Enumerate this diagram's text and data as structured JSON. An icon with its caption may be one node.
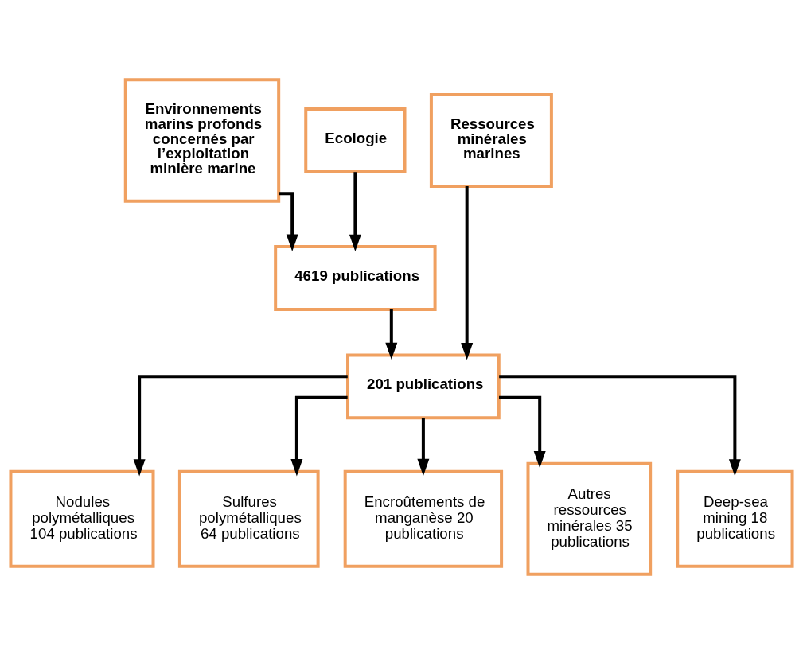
{
  "diagram": {
    "nodes": [
      {
        "text": [
          "Environnements marins profonds concernés par l’exploitation minière marine"
        ]
      },
      {
        "text": [
          "Ecologie"
        ]
      },
      {
        "text": [
          "Ressources minérales marines"
        ]
      },
      {
        "text": [
          "4619 publications"
        ]
      },
      {
        "text": [
          "201 publications"
        ]
      },
      {
        "text": [
          "Nodules polymétalliques 104 publications"
        ]
      },
      {
        "text": [
          "Sulfures polymétalliques 64 publications"
        ]
      },
      {
        "text": [
          "Encroûtements de manganèse 20 publications"
        ]
      },
      {
        "text": [
          "Autres ressources minérales 35 publications"
        ]
      },
      {
        "text": [
          "Deep-sea mining 18 publications"
        ]
      }
    ],
    "edges": [
      {
        "from": 0,
        "to": 3,
        "arrow": "to"
      },
      {
        "from": 1,
        "to": 3,
        "arrow": "to"
      },
      {
        "from": 3,
        "to": 4,
        "arrow": "to"
      },
      {
        "from": 2,
        "to": 4,
        "arrow": "to"
      },
      {
        "from": 4,
        "to": 5,
        "arrow": "to"
      },
      {
        "from": 4,
        "to": 6,
        "arrow": "to"
      },
      {
        "from": 4,
        "to": 7,
        "arrow": "to"
      },
      {
        "from": 4,
        "to": 8,
        "arrow": "to"
      },
      {
        "from": 4,
        "to": 9,
        "arrow": "to"
      }
    ]
  }
}
